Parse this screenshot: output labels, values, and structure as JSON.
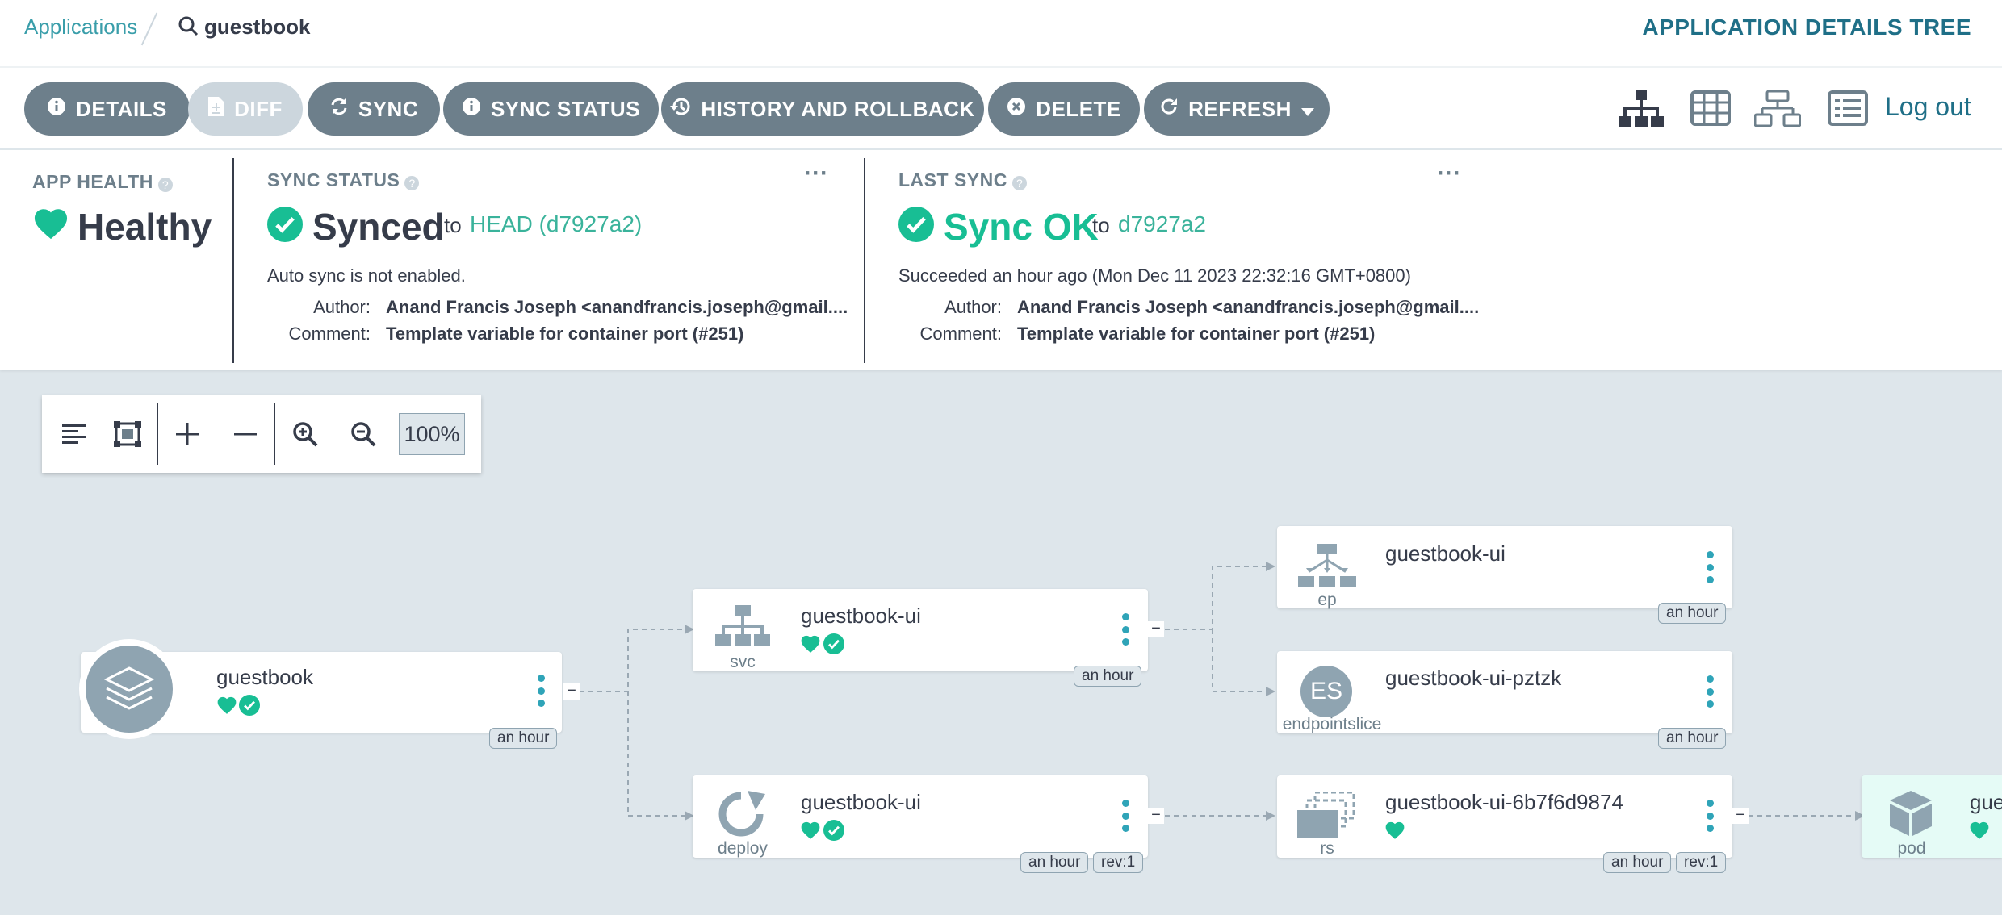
{
  "breadcrumb": {
    "applications": "Applications",
    "current": "guestbook"
  },
  "view_title": "APPLICATION DETAILS TREE",
  "toolbar": {
    "details": "DETAILS",
    "diff": "DIFF",
    "sync": "SYNC",
    "sync_status": "SYNC STATUS",
    "history": "HISTORY AND ROLLBACK",
    "delete": "DELETE",
    "refresh": "REFRESH",
    "logout": "Log out"
  },
  "app_health": {
    "label": "APP HEALTH",
    "value": "Healthy"
  },
  "sync_status": {
    "label": "SYNC STATUS",
    "value": "Synced",
    "to": "to",
    "revision": "HEAD (d7927a2)",
    "note": "Auto sync is not enabled.",
    "author_label": "Author:",
    "author": "Anand Francis Joseph <anandfrancis.joseph@gmail....",
    "comment_label": "Comment:",
    "comment": "Template variable for container port (#251)"
  },
  "last_sync": {
    "label": "LAST SYNC",
    "value": "Sync OK",
    "to": "to",
    "revision": "d7927a2",
    "note": "Succeeded an hour ago (Mon Dec 11 2023 22:32:16 GMT+0800)",
    "author_label": "Author:",
    "author": "Anand Francis Joseph <anandfrancis.joseph@gmail....",
    "comment_label": "Comment:",
    "comment": "Template variable for container port (#251)"
  },
  "zoom": {
    "level": "100%"
  },
  "colors": {
    "accent": "#3a9eaa",
    "healthy": "#18be94",
    "button": "#6d7f8b",
    "canvas": "#dee6eb"
  },
  "nodes": {
    "app": {
      "name": "guestbook",
      "age": "an hour"
    },
    "svc": {
      "name": "guestbook-ui",
      "kind": "svc",
      "age": "an hour"
    },
    "deploy": {
      "name": "guestbook-ui",
      "kind": "deploy",
      "age": "an hour",
      "rev": "rev:1"
    },
    "ep": {
      "name": "guestbook-ui",
      "kind": "ep",
      "age": "an hour"
    },
    "endpointslice": {
      "name": "guestbook-ui-pztzk",
      "kind": "endpointslice",
      "icon_text": "ES",
      "age": "an hour"
    },
    "rs": {
      "name": "guestbook-ui-6b7f6d9874",
      "kind": "rs",
      "age": "an hour",
      "rev": "rev:1"
    },
    "pod": {
      "name": "gue",
      "kind": "pod"
    }
  }
}
